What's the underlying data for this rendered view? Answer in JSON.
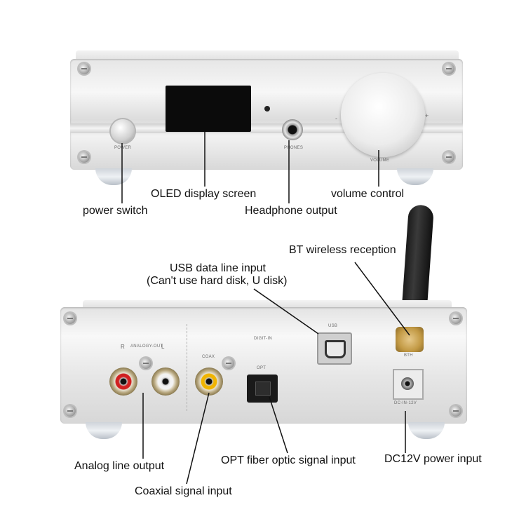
{
  "front_panel": {
    "power_label": "POWER",
    "phones_label": "PHONES",
    "volume_label": "VOLUME",
    "volume_minus": "-",
    "volume_plus": "+"
  },
  "back_panel": {
    "r_label": "R",
    "analog_out_label": "ANALOGY-OUT",
    "l_label": "L",
    "coax_label": "COAX",
    "digit_in_label": "DIGIT-IN",
    "opt_label": "OPT",
    "usb_label": "USB",
    "bth_label": "BTH",
    "dc_label": "DC-IN-12V"
  },
  "callouts": {
    "oled": "OLED display screen",
    "volume": "volume control",
    "power": "power switch",
    "headphone": "Headphone output",
    "bt": "BT wireless reception",
    "usb_line1": "USB data line input",
    "usb_line2": "(Can't use hard disk, U disk)",
    "analog": "Analog line output",
    "opt": "OPT fiber optic signal input",
    "dc": "DC12V power input",
    "coax": "Coaxial signal input"
  }
}
